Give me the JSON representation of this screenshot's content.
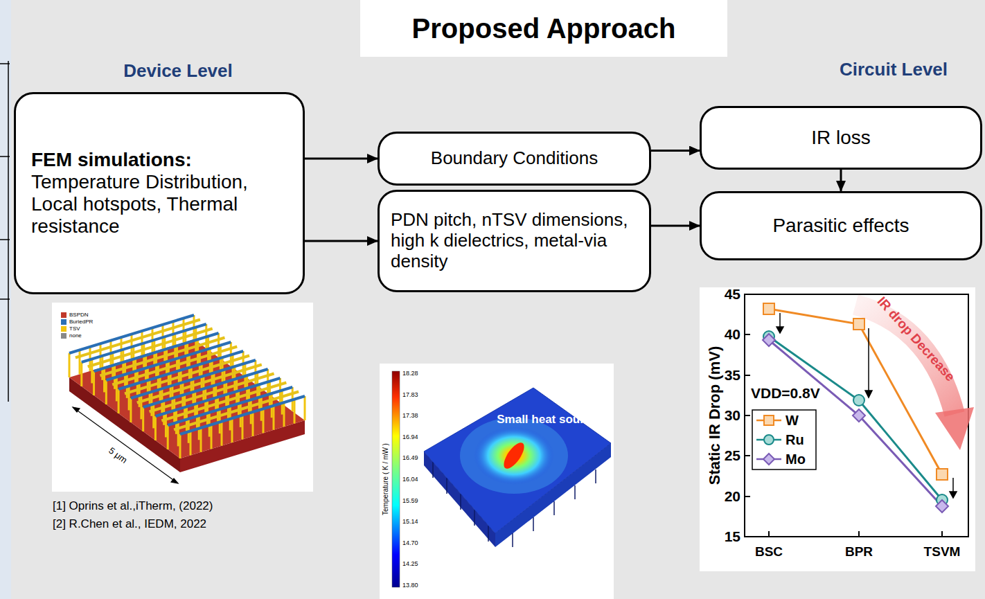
{
  "diagram": {
    "title": "Proposed Approach",
    "nodes": [
      {
        "text": [
          "FEM simulations:",
          "Temperature Distribution, Local hotspots, Thermal resistance"
        ]
      },
      {
        "text": [
          "Boundary Conditions"
        ]
      },
      {
        "text": [
          "IR loss"
        ]
      },
      {
        "text": [
          "PDN pitch, nTSV dimensions, high k dielectrics, metal-via density"
        ]
      },
      {
        "text": [
          "Parasitic effects"
        ]
      }
    ],
    "edges": [
      {
        "from": 0,
        "to": 1,
        "arrow": "to"
      },
      {
        "from": 0,
        "to": 3,
        "arrow": "to"
      },
      {
        "from": 1,
        "to": 2,
        "arrow": "to"
      },
      {
        "from": 3,
        "to": 4,
        "arrow": "to"
      },
      {
        "from": 2,
        "to": 4,
        "arrow": "to"
      }
    ],
    "labels": [
      "Device Level",
      "Circuit Level",
      "BSPDN",
      "BuriedPR",
      "TSV",
      "none",
      "5 μm",
      "[1] Oprins et al.,iTherm, (2022)",
      "[2] R.Chen et al., IEDM, 2022",
      "18.28",
      "17.83",
      "17.38",
      "16.94",
      "16.49",
      "16.04",
      "15.59",
      "15.14",
      "14.70",
      "14.25",
      "13.80",
      "Temperature ( K / mW )",
      "Small heat source",
      "45",
      "40",
      "35",
      "30",
      "25",
      "20",
      "15",
      "Static IR Drop (mV)",
      "BSC",
      "BPR",
      "TSVM",
      "VDD=0.8V",
      "IR drop Decrease"
    ],
    "legend": [
      {
        "text": "W"
      },
      {
        "text": "Ru"
      },
      {
        "text": "Mo"
      }
    ]
  }
}
